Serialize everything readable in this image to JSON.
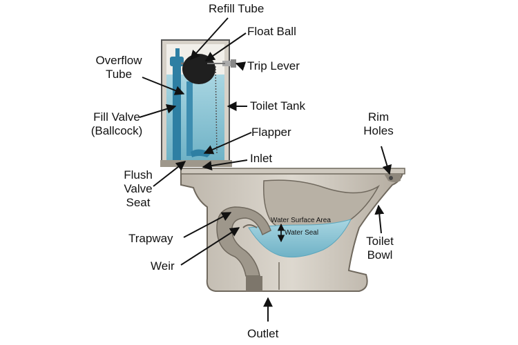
{
  "labels": {
    "refill_tube": "Refill Tube",
    "float_ball": "Float Ball",
    "overflow_tube_1": "Overflow",
    "overflow_tube_2": "Tube",
    "trip_lever": "Trip Lever",
    "fill_valve_1": "Fill Valve",
    "fill_valve_2": "(Ballcock)",
    "toilet_tank": "Toilet Tank",
    "flapper": "Flapper",
    "inlet": "Inlet",
    "flush_valve_1": "Flush",
    "flush_valve_2": "Valve",
    "flush_valve_3": "Seat",
    "rim_holes_1": "Rim",
    "rim_holes_2": "Holes",
    "trapway": "Trapway",
    "water_surface_area": "Water Surface Area",
    "water_seal": "Water Seal",
    "weir": "Weir",
    "toilet_bowl_1": "Toilet",
    "toilet_bowl_2": "Bowl",
    "outlet": "Outlet"
  },
  "colors": {
    "porcelain": "#cfc9bf",
    "porcelain_dark": "#8f887d",
    "water": "#8fc8d8",
    "water_dark": "#5aa6bd",
    "fixture_blue": "#2e7fa3",
    "float_ball": "#1f1f1f",
    "tank_wall": "#e9e6df",
    "arrow": "#111111"
  }
}
